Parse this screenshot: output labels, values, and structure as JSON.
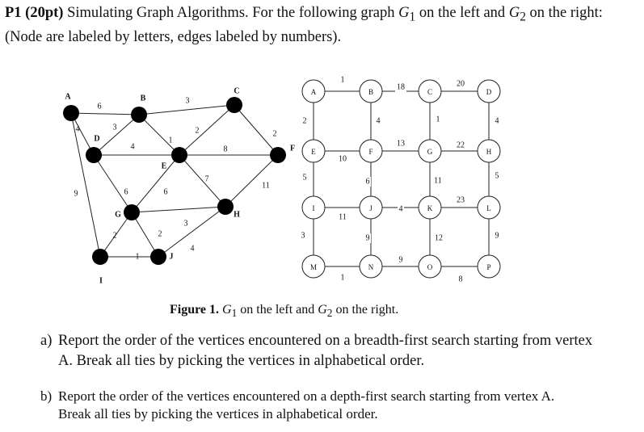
{
  "problem": {
    "label": "P1 (20pt)",
    "title_text": " Simulating Graph Algorithms. For the following graph ",
    "g1": "G",
    "g1_sub": "1",
    "mid_text": " on the left and ",
    "g2": "G",
    "g2_sub": "2",
    "end_text": " on the right:",
    "line2": "(Node are labeled by letters, edges labeled by numbers)."
  },
  "figure": {
    "caption_label": "Figure 1.",
    "caption_g1": "G",
    "caption_g1_sub": "1",
    "caption_mid": " on the left and ",
    "caption_g2": "G",
    "caption_g2_sub": "2",
    "caption_end": " on the right."
  },
  "graph1": {
    "nodes": [
      "A",
      "B",
      "C",
      "D",
      "E",
      "F",
      "G",
      "H",
      "I",
      "J"
    ],
    "edges": [
      {
        "u": "A",
        "v": "B",
        "w": "6"
      },
      {
        "u": "B",
        "v": "C",
        "w": "3"
      },
      {
        "u": "C",
        "v": "F",
        "w": "2"
      },
      {
        "u": "A",
        "v": "D",
        "w": "4"
      },
      {
        "u": "B",
        "v": "D",
        "w": "3"
      },
      {
        "u": "B",
        "v": "E",
        "w": "1"
      },
      {
        "u": "C",
        "v": "E",
        "w": "2"
      },
      {
        "u": "D",
        "v": "E",
        "w": "4"
      },
      {
        "u": "A",
        "v": "I",
        "w": "9"
      },
      {
        "u": "D",
        "v": "G",
        "w": "6"
      },
      {
        "u": "E",
        "v": "G",
        "w": "6"
      },
      {
        "u": "E",
        "v": "F",
        "w": "8"
      },
      {
        "u": "E",
        "v": "H",
        "w": "7"
      },
      {
        "u": "F",
        "v": "H",
        "w": "11"
      },
      {
        "u": "G",
        "v": "H",
        "w": "3"
      },
      {
        "u": "G",
        "v": "I",
        "w": "2"
      },
      {
        "u": "G",
        "v": "J",
        "w": "2"
      },
      {
        "u": "H",
        "v": "J",
        "w": "4"
      },
      {
        "u": "I",
        "v": "J",
        "w": "1"
      }
    ]
  },
  "graph2": {
    "nodes": [
      "A",
      "B",
      "C",
      "D",
      "E",
      "F",
      "G",
      "H",
      "I",
      "J",
      "K",
      "L",
      "M",
      "N",
      "O",
      "P"
    ],
    "edges": [
      {
        "u": "A",
        "v": "B",
        "w": "1"
      },
      {
        "u": "B",
        "v": "C",
        "w": "18"
      },
      {
        "u": "C",
        "v": "D",
        "w": "20"
      },
      {
        "u": "A",
        "v": "E",
        "w": "2"
      },
      {
        "u": "B",
        "v": "F",
        "w": "4"
      },
      {
        "u": "C",
        "v": "G",
        "w": "1"
      },
      {
        "u": "D",
        "v": "H",
        "w": "4"
      },
      {
        "u": "E",
        "v": "F",
        "w": "10"
      },
      {
        "u": "F",
        "v": "G",
        "w": "13"
      },
      {
        "u": "G",
        "v": "H",
        "w": "22"
      },
      {
        "u": "E",
        "v": "I",
        "w": "5"
      },
      {
        "u": "F",
        "v": "J",
        "w": "6"
      },
      {
        "u": "G",
        "v": "K",
        "w": "11"
      },
      {
        "u": "H",
        "v": "L",
        "w": "5"
      },
      {
        "u": "I",
        "v": "J",
        "w": "11"
      },
      {
        "u": "J",
        "v": "K",
        "w": "4"
      },
      {
        "u": "K",
        "v": "L",
        "w": "23"
      },
      {
        "u": "I",
        "v": "M",
        "w": "3"
      },
      {
        "u": "J",
        "v": "N",
        "w": "9"
      },
      {
        "u": "K",
        "v": "O",
        "w": "12"
      },
      {
        "u": "L",
        "v": "P",
        "w": "9"
      },
      {
        "u": "M",
        "v": "N",
        "w": "1"
      },
      {
        "u": "N",
        "v": "O",
        "w": "9"
      },
      {
        "u": "O",
        "v": "P",
        "w": "8"
      }
    ]
  },
  "questions": [
    {
      "label": "a)",
      "line1": "Report the order of the vertices encountered on a breadth-first search starting from vertex",
      "line2": "A. Break all ties by picking the vertices in alphabetical order."
    },
    {
      "label": "b)",
      "line1": "Report the order of the vertices encountered on a depth-first search starting from vertex A.",
      "line2": "Break all ties by picking the vertices in alphabetical order."
    }
  ]
}
